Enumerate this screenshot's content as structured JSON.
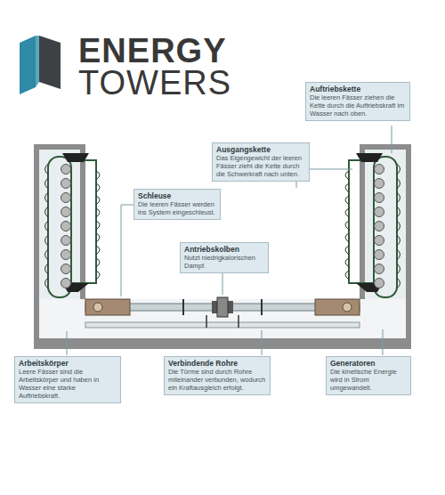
{
  "diagram": {
    "nodes": [
      {
        "text": [
          "Auftriebskette",
          "Die leeren Fässer ziehen die Kette durch die Auftriebskraft im Wasser nach oben."
        ]
      },
      {
        "text": [
          "Ausgangskette",
          "Das Eigengewicht der leeren Fässer zieht die Kette durch die Schwerkraft nach unten."
        ]
      },
      {
        "text": [
          "Schleuse",
          "Die leeren Fässer werden ins System eingeschleust."
        ]
      },
      {
        "text": [
          "Antriebskolben",
          "Nutzt niedrigkalorischen Dampf."
        ]
      },
      {
        "text": [
          "Arbeitskörper",
          "Leere Fässer sind die Arbeitskörper und haben in Wasser eine starke Auftriebskraft."
        ]
      },
      {
        "text": [
          "Verbindende Rohre",
          "Die Türme sind durch Rohre miteinander verbunden, wodurch ein Kraftausgleich erfolgt."
        ]
      },
      {
        "text": [
          "Generatoren",
          "Die kinetische Energie wird in Strom umgewandelt."
        ]
      }
    ],
    "labels": [
      "ENERGY",
      "TOWERS"
    ]
  }
}
